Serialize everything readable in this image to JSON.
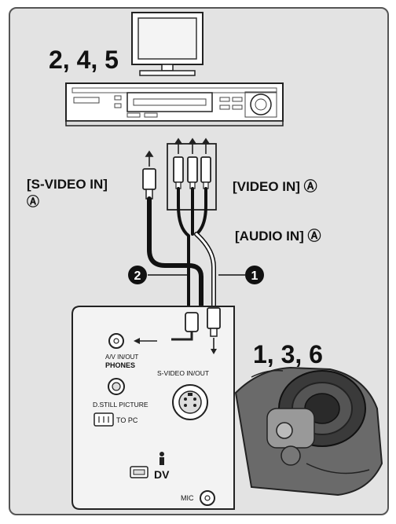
{
  "steps": {
    "top": "2, 4, 5",
    "right": "1, 3, 6"
  },
  "labels": {
    "svideo_in_line1": "[S-VIDEO IN]",
    "svideo_in_mark": "Ⓐ",
    "video_in": "[VIDEO IN] Ⓐ",
    "audio_in": "[AUDIO IN] Ⓐ"
  },
  "markers": {
    "m1": "1",
    "m2": "2"
  },
  "camera_panel": {
    "av_inout": "A/V IN/OUT",
    "phones": "PHONES",
    "svideo_inout": "S-VIDEO IN/OUT",
    "dstill": "D.STILL PICTURE",
    "topc": "TO PC",
    "dv": "DV",
    "mic": "MIC"
  }
}
